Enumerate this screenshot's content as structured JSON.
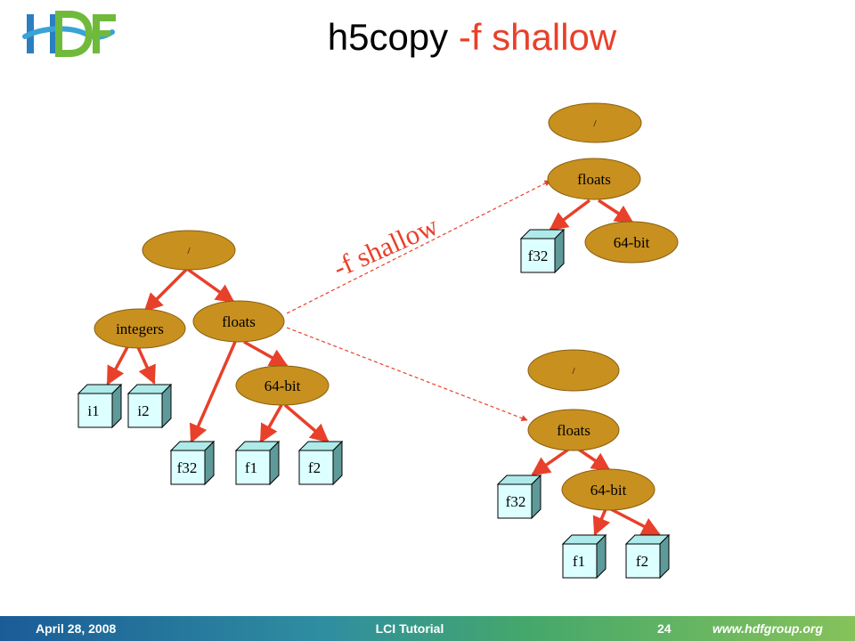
{
  "slide": {
    "title_command": "h5copy",
    "title_option": "-f shallow"
  },
  "diagram": {
    "copy_label": "-f shallow",
    "source_tree": {
      "root": "/",
      "integers": "integers",
      "floats": "floats",
      "bit64": "64-bit",
      "i1": "i1",
      "i2": "i2",
      "f32": "f32",
      "f1": "f1",
      "f2": "f2"
    },
    "shallow_result": {
      "root": "/",
      "floats": "floats",
      "f32": "f32",
      "bit64": "64-bit"
    },
    "full_result": {
      "root": "/",
      "floats": "floats",
      "f32": "f32",
      "bit64": "64-bit",
      "f1": "f1",
      "f2": "f2"
    }
  },
  "footer": {
    "date": "April 28, 2008",
    "event": "LCI Tutorial",
    "page_number": "24",
    "url": "www.hdfgroup.org"
  },
  "colors": {
    "node_fill": "#c8901e",
    "edge": "#e8402a",
    "dataset_face": "#dcffff",
    "title_accent": "#e8402a"
  }
}
